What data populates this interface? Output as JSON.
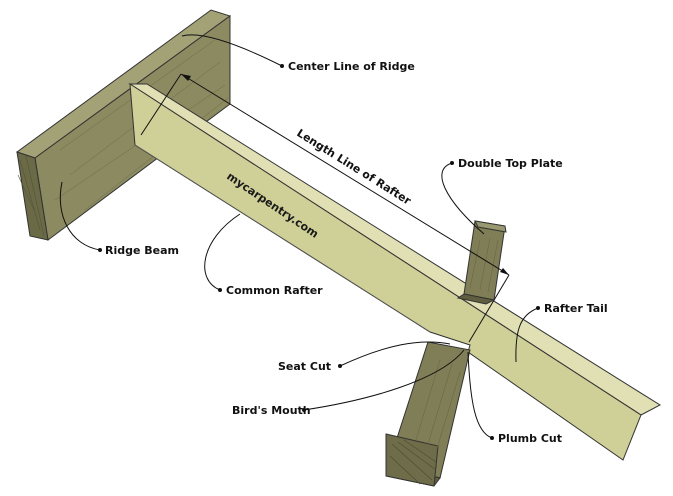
{
  "labels": {
    "center_line_of_ridge": "Center Line of Ridge",
    "length_line_of_rafter": "Length Line of Rafter",
    "double_top_plate": "Double Top Plate",
    "ridge_beam": "Ridge Beam",
    "common_rafter": "Common Rafter",
    "rafter_tail": "Rafter Tail",
    "seat_cut": "Seat Cut",
    "birds_mouth": "Bird's Mouth",
    "plumb_cut": "Plumb Cut"
  },
  "watermark": "mycarpentry.com",
  "colors": {
    "ridge_beam": "#8c8a60",
    "ridge_beam_dark": "#6b6a47",
    "rafter_top": "#d9d9aa",
    "rafter_side": "#c5c58e",
    "plate": "#7f7d55",
    "plate_dark": "#5f5e3f",
    "line": "#111111"
  }
}
